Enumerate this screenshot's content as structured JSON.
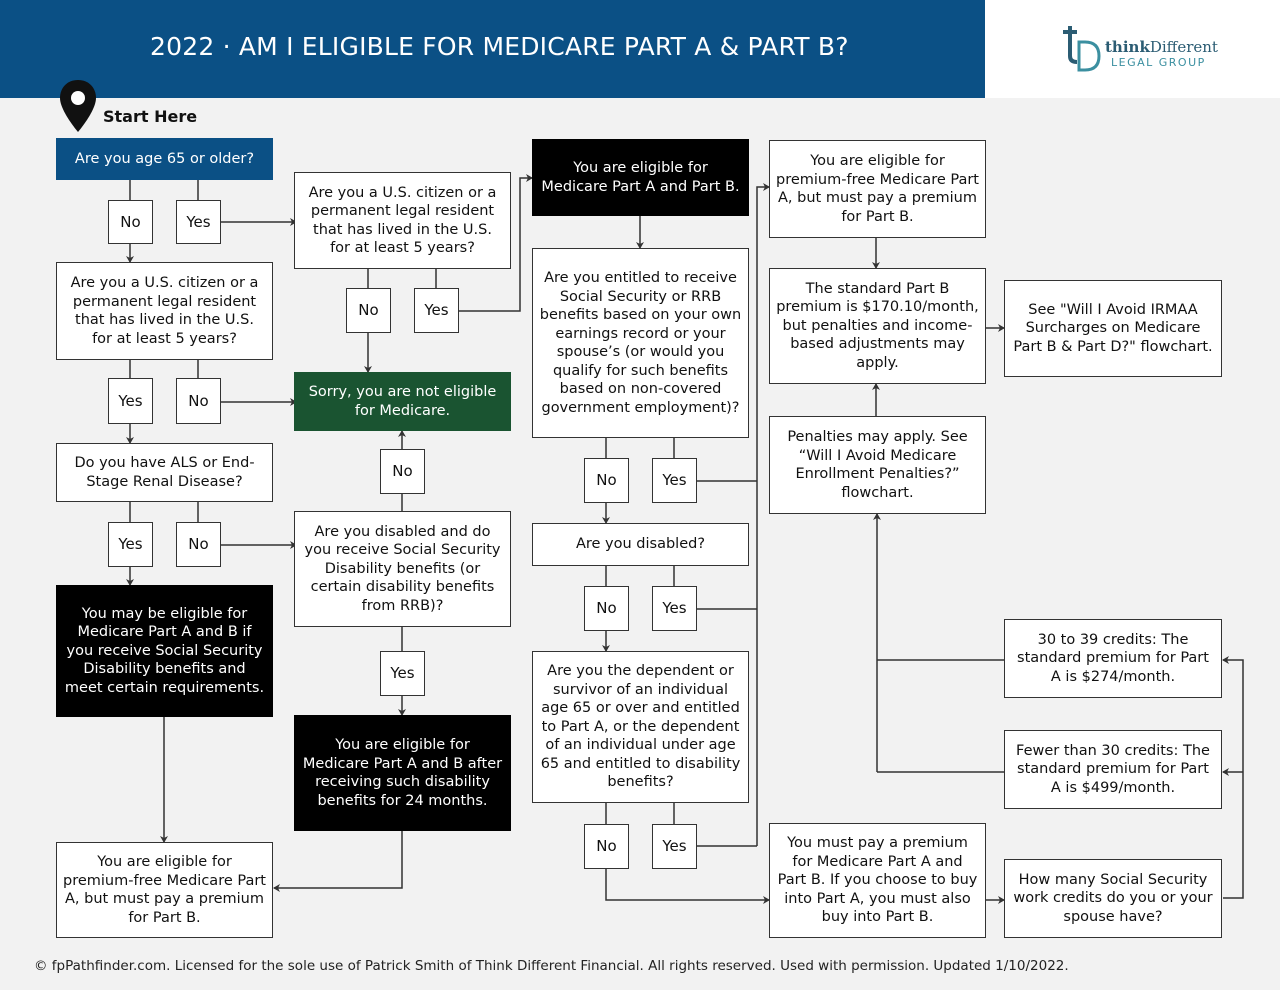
{
  "header": {
    "title": "2022 · AM I ELIGIBLE FOR MEDICARE PART A & PART B?",
    "logo_name_bold": "think",
    "logo_name_rest": "Different",
    "logo_sub": "LEGAL GROUP",
    "brand_color": "#0b5085"
  },
  "start_label": "Start Here",
  "nodes": {
    "q_age65": "Are you age 65 or older?",
    "no_1": "No",
    "yes_1": "Yes",
    "q_citizen_left": "Are you a U.S. citizen or a permanent legal resident that has lived in the U.S. for at least 5 years?",
    "yes_2": "Yes",
    "no_2": "No",
    "q_als": "Do you have ALS or End-Stage Renal Disease?",
    "yes_3": "Yes",
    "no_3": "No",
    "may_eligible": "You may be eligible for Medicare Part A and B if you receive Social Security Disability benefits and meet certain requirements.",
    "premium_free_left": "You are eligible for premium-free Medicare Part A, but must pay a premium for Part B.",
    "q_citizen_mid": "Are you a U.S. citizen or a permanent legal resident that has lived in the U.S. for at least 5 years?",
    "no_4": "No",
    "yes_4": "Yes",
    "not_eligible": "Sorry, you are not eligible for Medicare.",
    "no_5": "No",
    "q_disabled_ss": "Are you disabled and do you receive Social Security Disability benefits (or certain disability benefits from RRB)?",
    "yes_5": "Yes",
    "eligible_after_24": "You are eligible for Medicare Part A and B after receiving such disability benefits for 24 months.",
    "eligible_ab": "You are eligible for Medicare Part A and Part B.",
    "q_entitled": "Are you entitled to receive Social Security or RRB benefits based on your own earnings record or your spouse’s (or would you qualify for such benefits based on non-covered government employment)?",
    "no_6": "No",
    "yes_6": "Yes",
    "q_disabled": "Are you disabled?",
    "no_7": "No",
    "yes_7": "Yes",
    "q_dependent": "Are you the dependent or survivor of an individual age 65 or over and entitled to Part A, or the dependent of an individual under age 65 and entitled to disability benefits?",
    "no_8": "No",
    "yes_8": "Yes",
    "premium_free_right": "You are eligible for premium-free Medicare Part A, but must pay a premium for Part B.",
    "standard_part_b": "The standard Part B premium is $170.10/month, but penalties and income-based adjustments may apply.",
    "see_irmaa": "See \"Will I Avoid IRMAA Surcharges on Medicare Part B & Part D?\" flowchart.",
    "penalties": "Penalties may apply. See “Will I Avoid Medicare Enrollment Penalties?” flowchart.",
    "credits_30_39": "30 to 39 credits: The standard premium for Part A is $274/month.",
    "credits_under_30": "Fewer than 30 credits: The standard premium for Part A is $499/month.",
    "must_pay": "You must pay a premium for Medicare Part A and Part B. If you choose to buy into Part A, you must also buy into Part B.",
    "q_credits": "How many Social Security work credits do you or your spouse have?"
  },
  "footer": "© fpPathfinder.com. Licensed for the sole use of Patrick Smith of Think Different Financial. All rights reserved. Used with permission. Updated 1/10/2022."
}
